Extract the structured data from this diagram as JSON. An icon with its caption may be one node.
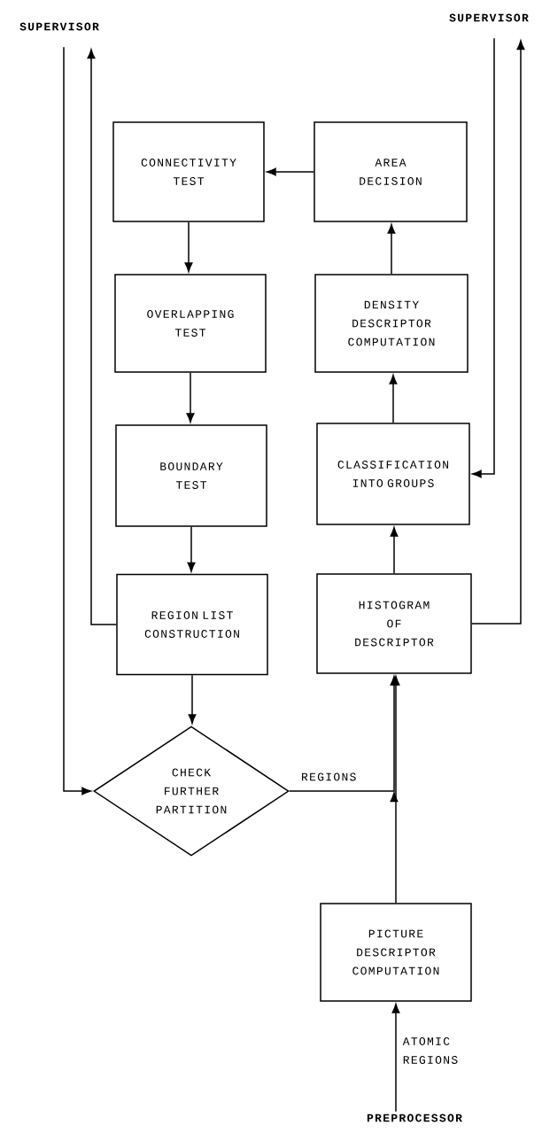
{
  "diagram": {
    "nodes": [
      {
        "text": [
          "SUPERVISOR"
        ]
      },
      {
        "text": [
          "SUPERVISOR"
        ]
      },
      {
        "text": [
          "CONNECTIVITY TEST"
        ]
      },
      {
        "text": [
          "AREA DECISION"
        ]
      },
      {
        "text": [
          "OVERLAPPING TEST"
        ]
      },
      {
        "text": [
          "DENSITY DESCRIPTOR COMPUTATION"
        ]
      },
      {
        "text": [
          "BOUNDARY TEST"
        ]
      },
      {
        "text": [
          "CLASSIFICATION INTO GROUPS"
        ]
      },
      {
        "text": [
          "REGION LIST CONSTRUCTION"
        ]
      },
      {
        "text": [
          "HISTOGRAM OF DESCRIPTOR"
        ]
      },
      {
        "text": [
          "CHECK FURTHER PARTITION"
        ]
      },
      {
        "text": [
          "PICTURE DESCRIPTOR COMPUTATION"
        ]
      },
      {
        "text": [
          "PREPROCESSOR"
        ]
      }
    ],
    "edges": [
      {
        "from": 0,
        "to": 10,
        "arrow": "to"
      },
      {
        "from": 8,
        "to": 0,
        "arrow": "to"
      },
      {
        "from": 3,
        "to": 2,
        "arrow": "to"
      },
      {
        "from": 2,
        "to": 4,
        "arrow": "to"
      },
      {
        "from": 4,
        "to": 6,
        "arrow": "to"
      },
      {
        "from": 6,
        "to": 8,
        "arrow": "to"
      },
      {
        "from": 8,
        "to": 10,
        "arrow": "to"
      },
      {
        "from": 10,
        "to": 9,
        "arrow": "to",
        "label": "REGIONS"
      },
      {
        "from": 11,
        "to": 9,
        "arrow": "to"
      },
      {
        "from": 12,
        "to": 11,
        "arrow": "to",
        "label": "ATOMIC REGIONS"
      },
      {
        "from": 9,
        "to": 7,
        "arrow": "to"
      },
      {
        "from": 7,
        "to": 5,
        "arrow": "to"
      },
      {
        "from": 5,
        "to": 3,
        "arrow": "to"
      },
      {
        "from": 1,
        "to": 7,
        "arrow": "to"
      },
      {
        "from": 9,
        "to": 1,
        "arrow": "to"
      }
    ]
  }
}
